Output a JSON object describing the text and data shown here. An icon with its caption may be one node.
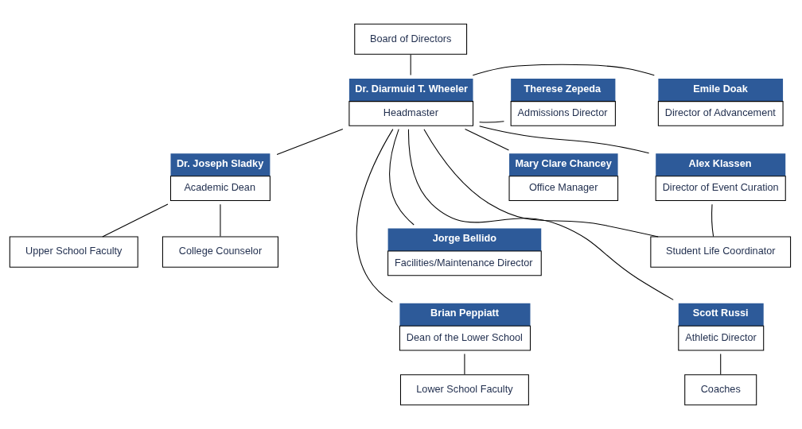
{
  "diagram": {
    "nodes": [
      {
        "text": [
          "Board of Directors"
        ]
      },
      {
        "text": [
          "Dr. Diarmuid T. Wheeler",
          "Headmaster"
        ]
      },
      {
        "text": [
          "Therese Zepeda",
          "Admissions Director"
        ]
      },
      {
        "text": [
          "Mary Clare Chancey",
          "Office Manager"
        ]
      },
      {
        "text": [
          "Jorge Bellido",
          "Facilities/Maintenance Director"
        ]
      },
      {
        "text": [
          "Brian Peppiatt",
          "Dean of the Lower School"
        ]
      },
      {
        "text": [
          "Lower School Faculty"
        ]
      },
      {
        "text": [
          "Dr. Joseph Sladky",
          "Academic Dean"
        ]
      },
      {
        "text": [
          "Upper School Faculty"
        ]
      },
      {
        "text": [
          "College Counselor"
        ]
      },
      {
        "text": [
          "Emile Doak",
          "Director of Advancement"
        ]
      },
      {
        "text": [
          "Alex Klassen",
          "Director of Event Curation"
        ]
      },
      {
        "text": [
          "Student Life Coordinator"
        ]
      },
      {
        "text": [
          "Scott Russi",
          "Athletic Director"
        ]
      },
      {
        "text": [
          "Coaches"
        ]
      }
    ],
    "edges": [
      {
        "from": 0,
        "to": 1,
        "arrow": "none"
      },
      {
        "from": 1,
        "to": 2,
        "arrow": "none"
      },
      {
        "from": 1,
        "to": 3,
        "arrow": "none"
      },
      {
        "from": 1,
        "to": 4,
        "arrow": "none"
      },
      {
        "from": 1,
        "to": 5,
        "arrow": "none"
      },
      {
        "from": 5,
        "to": 6,
        "arrow": "none"
      },
      {
        "from": 1,
        "to": 7,
        "arrow": "none"
      },
      {
        "from": 7,
        "to": 8,
        "arrow": "none"
      },
      {
        "from": 7,
        "to": 9,
        "arrow": "none"
      },
      {
        "from": 1,
        "to": 10,
        "arrow": "none"
      },
      {
        "from": 1,
        "to": 11,
        "arrow": "none"
      },
      {
        "from": 11,
        "to": 12,
        "arrow": "none"
      },
      {
        "from": 1,
        "to": 12,
        "arrow": "none"
      },
      {
        "from": 1,
        "to": 13,
        "arrow": "none"
      },
      {
        "from": 13,
        "to": 14,
        "arrow": "none"
      }
    ]
  }
}
